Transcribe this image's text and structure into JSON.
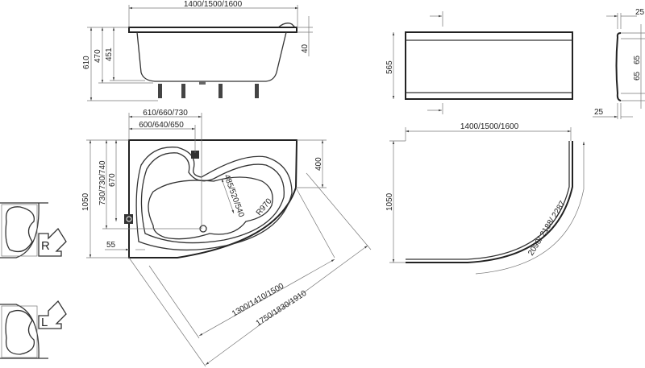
{
  "side_view": {
    "width_label": "1400/1500/1600",
    "h610": "610",
    "h470": "470",
    "h451": "451",
    "rim": "40"
  },
  "front_panel": {
    "height_label": "565"
  },
  "profile": {
    "top": "25",
    "upper": "65",
    "lower": "65",
    "bottom": "25"
  },
  "plan_view": {
    "w1": "610/660/730",
    "w2": "600/640/650",
    "h_total": "1050",
    "h_left": "730/730/740",
    "h_670": "670",
    "offset_55": "55",
    "corner_400": "400",
    "inner": "485/520/540",
    "radius": "R970",
    "diag1": "1300/1410/1500",
    "diag2": "1750/1830/1910"
  },
  "curved_panel": {
    "width_label": "1400/1500/1600",
    "height_label": "1050",
    "arc_label": "2090/ 2188/ 2287"
  },
  "orientation": {
    "right": "R",
    "left": "L"
  }
}
